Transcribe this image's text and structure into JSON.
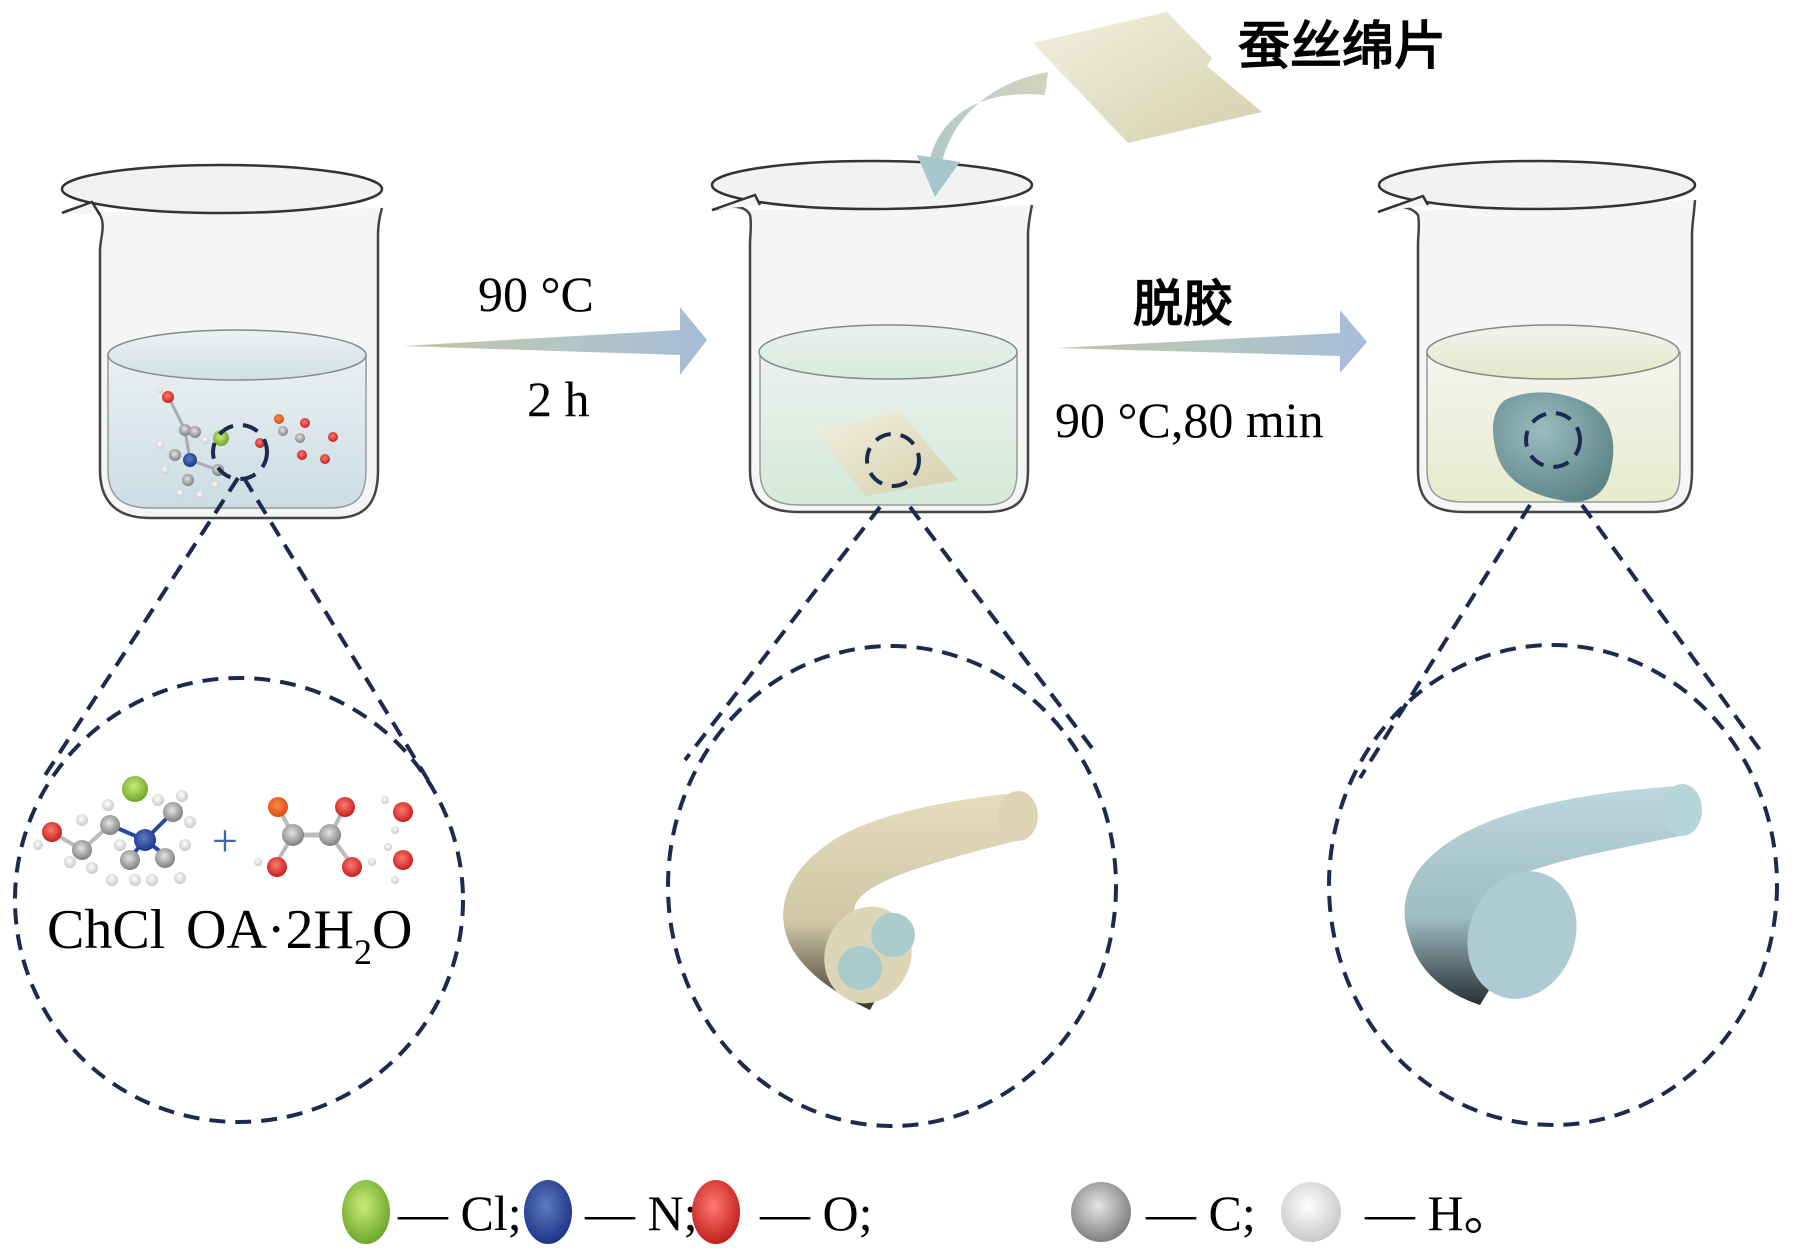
{
  "title": "Silk degumming process with choline chloride / oxalic acid deep eutectic solvent",
  "labels": {
    "silk_sheet": "蚕丝绵片",
    "step1_temp": "90 °C",
    "step1_time": "2 h",
    "step2_name": "脱胶",
    "step2_cond": "90 °C,80 min",
    "plus": "+",
    "chcl": "ChCl",
    "oa": "OA·2H",
    "oa_sub": "2",
    "oa_end": "O"
  },
  "stages": [
    {
      "id": "solvent",
      "contents": "ChCl + OA·2H2O molecules",
      "liquid_color": "#d3e3e8"
    },
    {
      "id": "silk-in-solvent",
      "contents": "silk sheet immersed",
      "liquid_color": "#dfeee6"
    },
    {
      "id": "degummed",
      "contents": "degummed silk ball",
      "liquid_color": "#eef0d8"
    }
  ],
  "fibers": [
    {
      "id": "raw-fiber",
      "description": "sericin-coated fiber with two fibroin cores",
      "shell_color": "#ddd5b7",
      "core_color": "#a9cbcb"
    },
    {
      "id": "degummed-fiber",
      "description": "fibroin fiber",
      "color": "#aecbd3"
    }
  ],
  "legend": [
    {
      "element": "Cl",
      "label": "— Cl;",
      "color": "#8cc43c"
    },
    {
      "element": "N",
      "label": "— N;",
      "color": "#2a479b"
    },
    {
      "element": "O",
      "label": "— O;",
      "color": "#e1302f"
    },
    {
      "element": "C",
      "label": "— C;",
      "color": "#9a9a9a"
    },
    {
      "element": "H",
      "label": "— H。",
      "color": "#f0f0f0"
    }
  ]
}
